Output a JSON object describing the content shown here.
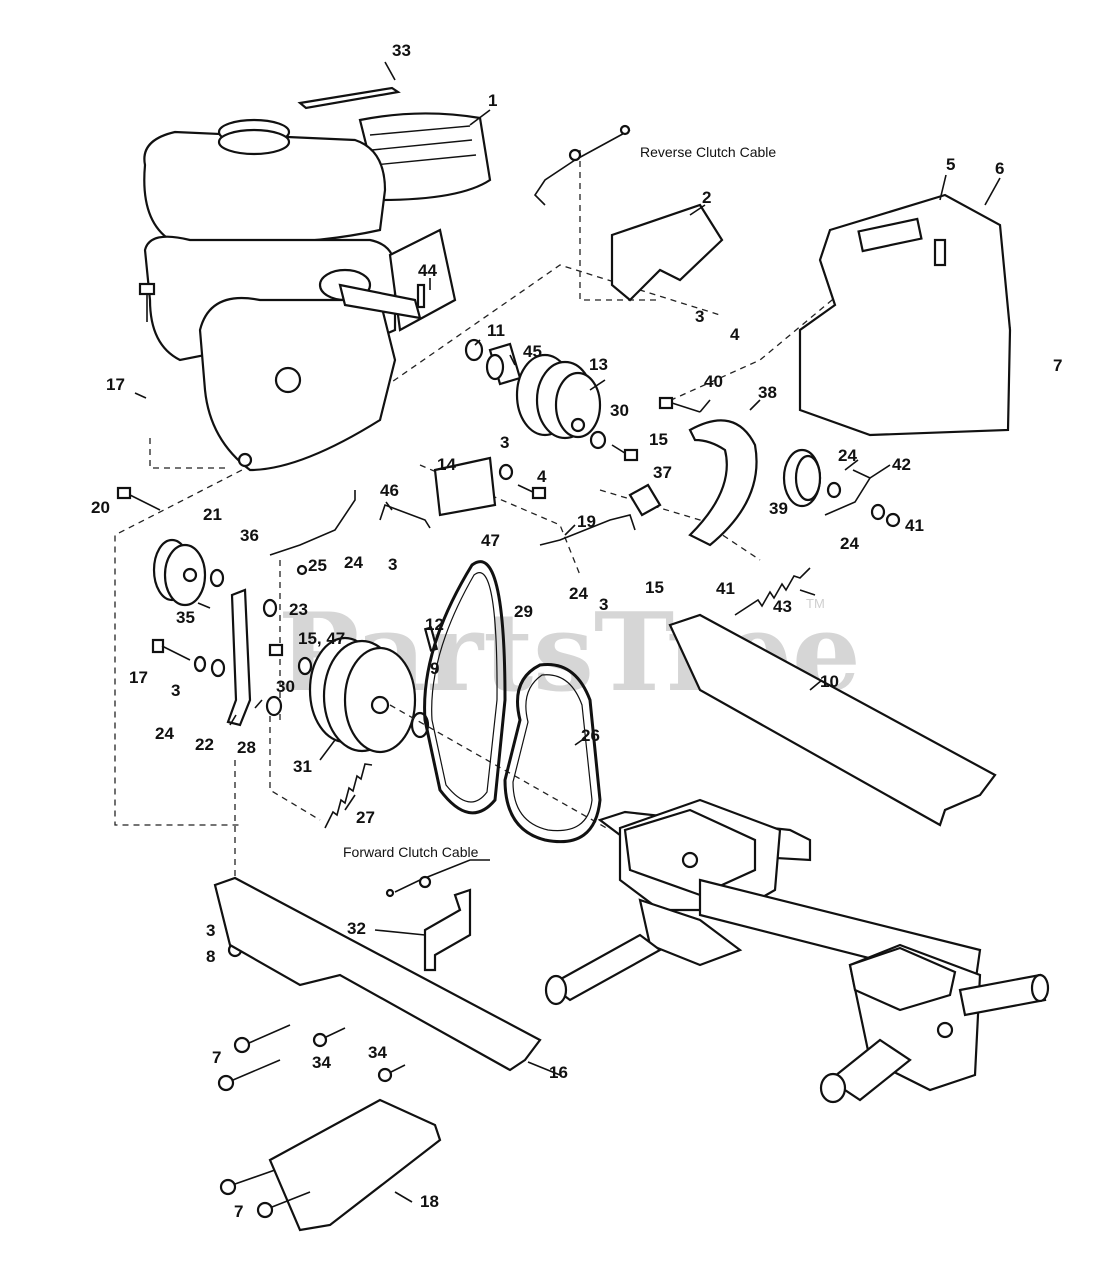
{
  "watermark": {
    "text": "PartsTree",
    "trademark": "TM"
  },
  "captions": {
    "reverse_clutch_cable": "Reverse Clutch Cable",
    "forward_clutch_cable": "Forward Clutch Cable"
  },
  "callouts": {
    "c33": "33",
    "c1": "1",
    "c2": "2",
    "c5": "5",
    "c6": "6",
    "c3a": "3",
    "c4a": "4",
    "c7a": "7",
    "c11": "11",
    "c45": "45",
    "c13": "13",
    "c44": "44",
    "c17a": "17",
    "c40": "40",
    "c38": "38",
    "c30a": "30",
    "c15a": "15",
    "c3b": "3",
    "c4b": "4",
    "c14": "14",
    "c37": "37",
    "c24a": "24",
    "c42": "42",
    "c39": "39",
    "c41a": "41",
    "c24b": "24",
    "c20": "20",
    "c21": "21",
    "c36": "36",
    "c46": "46",
    "c19": "19",
    "c25": "25",
    "c24c": "24",
    "c3c": "3",
    "c47": "47",
    "c23": "23",
    "c35": "35",
    "c41b": "41",
    "c24d": "24",
    "c3d": "3",
    "c15b": "15",
    "c43": "43",
    "c12": "12",
    "c29": "29",
    "c1547": "15, 47",
    "c17b": "17",
    "c9": "9",
    "c3e": "3",
    "c30b": "30",
    "c10": "10",
    "c24e": "24",
    "c22": "22",
    "c28": "28",
    "c26": "26",
    "c31": "31",
    "c27": "27",
    "c3f": "3",
    "c8": "8",
    "c32": "32",
    "c7b": "7",
    "c34a": "34",
    "c34b": "34",
    "c16": "16",
    "c7c": "7",
    "c18": "18"
  }
}
